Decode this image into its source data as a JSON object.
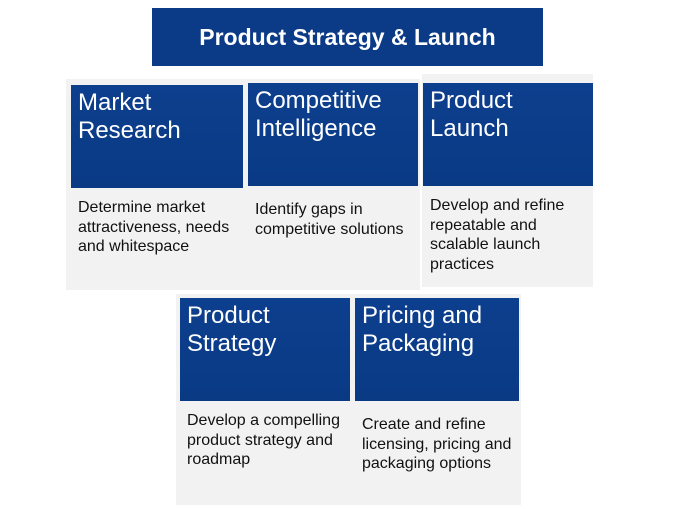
{
  "title": "Product Strategy & Launch",
  "cards": [
    {
      "title": "Market Research",
      "desc": "Determine market attractiveness, needs and whitespace"
    },
    {
      "title": "Competitive Intelligence",
      "desc": "Identify gaps in competitive solutions"
    },
    {
      "title": "Product Launch",
      "desc": "Develop and refine repeatable and scalable launch practices"
    },
    {
      "title": "Product Strategy",
      "desc": "Develop a compelling product strategy and roadmap"
    },
    {
      "title": "Pricing and Packaging",
      "desc": "Create and refine licensing, pricing and packaging options"
    }
  ]
}
